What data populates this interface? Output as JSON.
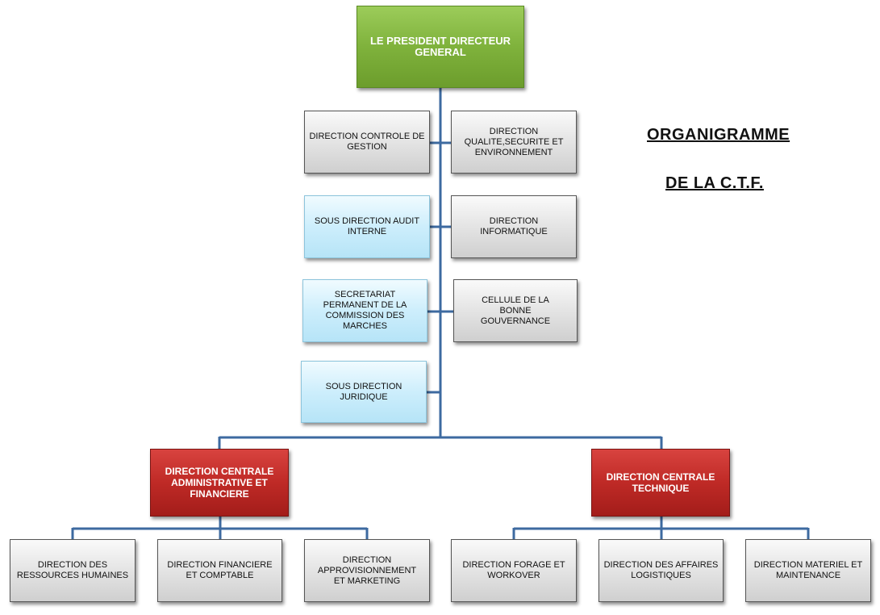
{
  "title": {
    "line1": "ORGANIGRAMME",
    "line2": "DE LA C.T.F."
  },
  "top": {
    "pdg": "LE PRESIDENT DIRECTEUR GENERAL"
  },
  "staff_left": [
    "DIRECTION CONTROLE DE GESTION",
    "SOUS DIRECTION AUDIT INTERNE",
    "SECRETARIAT PERMANENT DE LA COMMISSION DES MARCHES",
    "SOUS DIRECTION JURIDIQUE"
  ],
  "staff_right": [
    "DIRECTION QUALITE,SECURITE ET ENVIRONNEMENT",
    "DIRECTION INFORMATIQUE",
    "CELLULE DE LA BONNE GOUVERNANCE"
  ],
  "central": {
    "admin": "DIRECTION CENTRALE ADMINISTRATIVE ET FINANCIERE",
    "technique": "DIRECTION CENTRALE TECHNIQUE"
  },
  "admin_children": [
    "DIRECTION DES RESSOURCES HUMAINES",
    "DIRECTION FINANCIERE ET COMPTABLE",
    "DIRECTION APPROVISIONNEMENT ET MARKETING"
  ],
  "tech_children": [
    "DIRECTION FORAGE ET WORKOVER",
    "DIRECTION DES AFFAIRES LOGISTIQUES",
    "DIRECTION MATERIEL ET MAINTENANCE"
  ],
  "colors": {
    "connector": "#3d6aa0",
    "president": "#7fb23c",
    "central": "#bf2a26",
    "staff_blue": "#cdeefc",
    "gray": "#d9d9d9"
  }
}
